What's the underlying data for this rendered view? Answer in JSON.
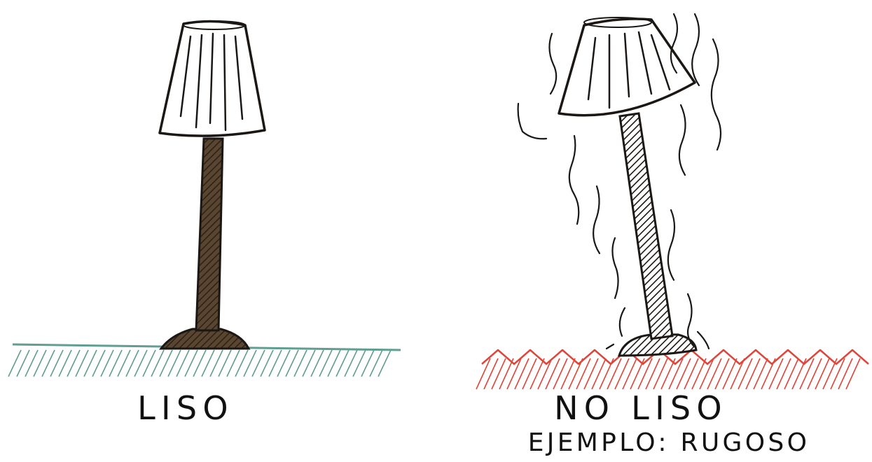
{
  "panels": {
    "left": {
      "label": "LISO"
    },
    "right": {
      "label": "NO LISO",
      "example": "EJEMPLO: RUGOSO"
    }
  },
  "colors": {
    "ink": "#1a1714",
    "lamp_stem": "#4a3a28",
    "smooth_floor": "#5f9e90",
    "rough_floor": "#e0453a",
    "shade_fill": "#ffffff"
  }
}
